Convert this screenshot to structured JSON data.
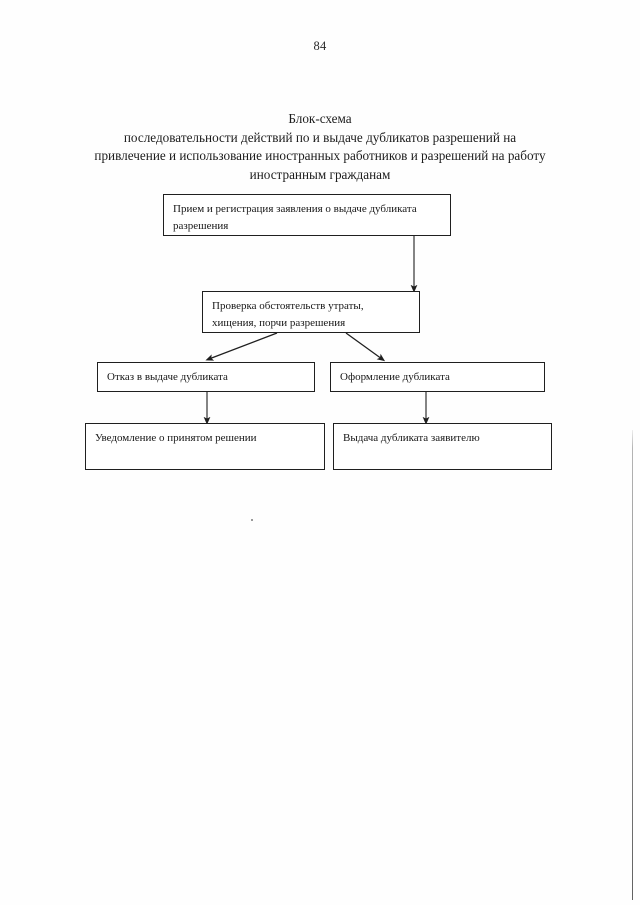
{
  "page": {
    "number": "84",
    "paper_color": "#fefefe",
    "ink_color": "#1a1a1a"
  },
  "title": {
    "line1": "Блок-схема",
    "line2": "последовательности действий по и выдаче дубликатов разрешений на",
    "line3": "привлечение и использование иностранных работников и разрешений на работу",
    "line4": "иностранным гражданам"
  },
  "flowchart": {
    "type": "flowchart",
    "orientation": "top-down",
    "nodes": [
      {
        "id": "intake",
        "line1": "Прием и регистрация заявления о выдаче дубликата",
        "line2": "разрешения"
      },
      {
        "id": "check",
        "line1": "Проверка обстоятельств утраты,",
        "line2": "хищения, порчи  разрешения"
      },
      {
        "id": "refusal",
        "line1": "Отказ в выдаче дубликата",
        "line2": ""
      },
      {
        "id": "issue",
        "line1": "Оформление  дубликата",
        "line2": ""
      },
      {
        "id": "notify",
        "line1": "Уведомление  о принятом решении",
        "line2": ""
      },
      {
        "id": "deliver",
        "line1": "Выдача  дубликата заявителю",
        "line2": ""
      }
    ],
    "edges": [
      {
        "from": "intake",
        "to": "check",
        "style": "elbow-down"
      },
      {
        "from": "check",
        "to": "refusal",
        "style": "diagonal-left"
      },
      {
        "from": "check",
        "to": "issue",
        "style": "diagonal-right"
      },
      {
        "from": "refusal",
        "to": "notify",
        "style": "straight-down"
      },
      {
        "from": "issue",
        "to": "deliver",
        "style": "straight-down"
      }
    ]
  }
}
